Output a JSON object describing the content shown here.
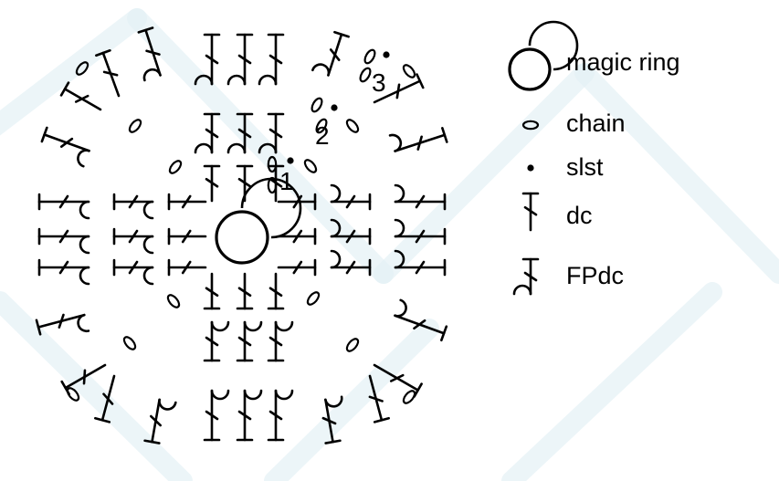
{
  "diagram": {
    "colors": {
      "ink": "#000000",
      "background": "#ffffff",
      "watermark": "#e4f1f6"
    },
    "round_labels": [
      "1",
      "2",
      "3"
    ],
    "legend": [
      {
        "symbol": "magic-ring",
        "label": "magic ring"
      },
      {
        "symbol": "chain",
        "label": "chain"
      },
      {
        "symbol": "slst",
        "label": "slst"
      },
      {
        "symbol": "dc",
        "label": "dc"
      },
      {
        "symbol": "fpdc",
        "label": "FPdc"
      }
    ]
  }
}
